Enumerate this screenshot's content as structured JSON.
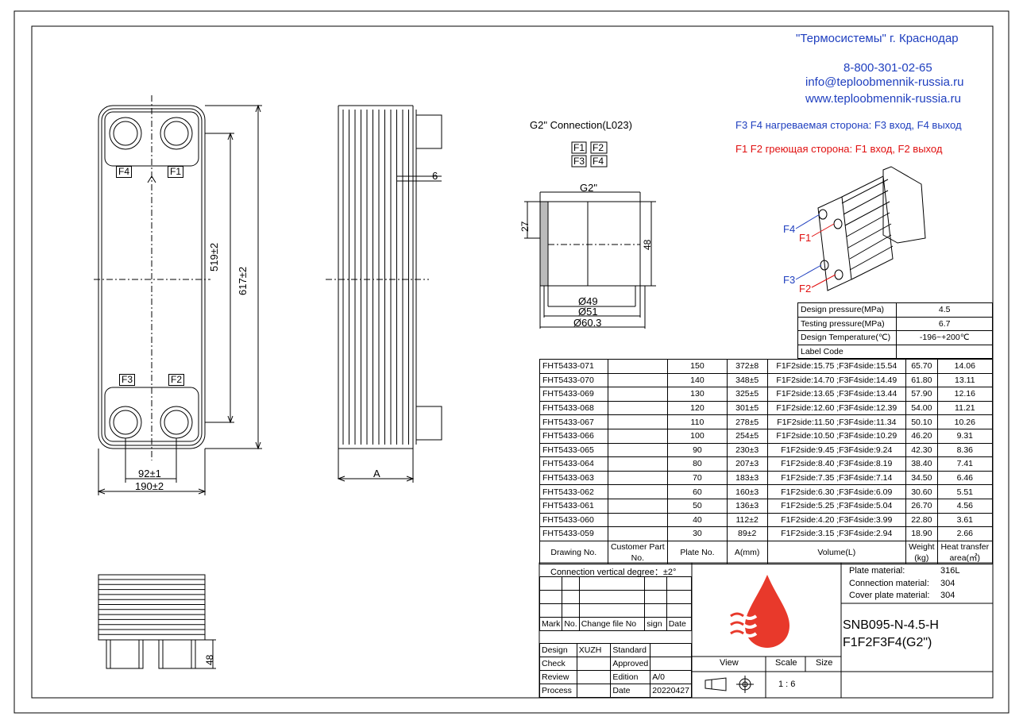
{
  "header": {
    "company": "\"Термосистемы\" г. Краснодар",
    "phone": "8-800-301-02-65",
    "email": "info@teploobmennik-russia.ru",
    "website": "www.teploobmennik-russia.ru",
    "note_f3f4": "F3 F4 нагреваемая сторона: F3  вход, F4 выход",
    "note_f1f2": "F1 F2 греющая сторона: F1  вход, F2 выход",
    "color_blue": "#1f3fbf",
    "color_red": "#e01010"
  },
  "front_view": {
    "port_labels": [
      "F4",
      "F1",
      "F3",
      "F2"
    ],
    "dim_height_inner": "519±2",
    "dim_height_outer": "617±2",
    "dim_width_inner": "92±1",
    "dim_width_outer": "190±2"
  },
  "side_view": {
    "dim_connection": "6",
    "dim_a": "A"
  },
  "bottom_view": {
    "dim_height": "48"
  },
  "connection": {
    "title": "G2\" Connection(L023)",
    "ports_row1": [
      "F1",
      "F2"
    ],
    "ports_row2": [
      "F3",
      "F4"
    ],
    "thread": "G2\"",
    "dim_27": "27",
    "dim_48": "48",
    "dia_49": "Ø49",
    "dia_51": "Ø51",
    "dia_60": "Ø60.3"
  },
  "iso_view": {
    "labels": [
      "F4",
      "F1",
      "F3",
      "F2"
    ]
  },
  "design_table": [
    [
      "Design pressure(MPa)",
      "4.5"
    ],
    [
      "Testing pressure(MPa)",
      "6.7"
    ],
    [
      "Design Temperature(℃)",
      "-196~+200℃"
    ],
    [
      "Label Code",
      ""
    ]
  ],
  "models": {
    "rows": [
      [
        "FHT5433-071",
        "",
        "150",
        "372±8",
        "F1F2side:15.75 ;F3F4side:15.54",
        "65.70",
        "14.06"
      ],
      [
        "FHT5433-070",
        "",
        "140",
        "348±5",
        "F1F2side:14.70 ;F3F4side:14.49",
        "61.80",
        "13.11"
      ],
      [
        "FHT5433-069",
        "",
        "130",
        "325±5",
        "F1F2side:13.65 ;F3F4side:13.44",
        "57.90",
        "12.16"
      ],
      [
        "FHT5433-068",
        "",
        "120",
        "301±5",
        "F1F2side:12.60 ;F3F4side:12.39",
        "54.00",
        "11.21"
      ],
      [
        "FHT5433-067",
        "",
        "110",
        "278±5",
        "F1F2side:11.50 ;F3F4side:11.34",
        "50.10",
        "10.26"
      ],
      [
        "FHT5433-066",
        "",
        "100",
        "254±5",
        "F1F2side:10.50 ;F3F4side:10.29",
        "46.20",
        "9.31"
      ],
      [
        "FHT5433-065",
        "",
        "90",
        "230±3",
        "F1F2side:9.45 ;F3F4side:9.24",
        "42.30",
        "8.36"
      ],
      [
        "FHT5433-064",
        "",
        "80",
        "207±3",
        "F1F2side:8.40 ;F3F4side:8.19",
        "38.40",
        "7.41"
      ],
      [
        "FHT5433-063",
        "",
        "70",
        "183±3",
        "F1F2side:7.35 ;F3F4side:7.14",
        "34.50",
        "6.46"
      ],
      [
        "FHT5433-062",
        "",
        "60",
        "160±3",
        "F1F2side:6.30 ;F3F4side:6.09",
        "30.60",
        "5.51"
      ],
      [
        "FHT5433-061",
        "",
        "50",
        "136±3",
        "F1F2side:5.25 ;F3F4side:5.04",
        "26.70",
        "4.56"
      ],
      [
        "FHT5433-060",
        "",
        "40",
        "112±2",
        "F1F2side:4.20 ;F3F4side:3.99",
        "22.80",
        "3.61"
      ],
      [
        "FHT5433-059",
        "",
        "30",
        "89±2",
        "F1F2side:3.15 ;F3F4side:2.94",
        "18.90",
        "2.66"
      ]
    ],
    "headers": [
      "Drawing No.",
      "Customer Part No.",
      "Plate No.",
      "A(mm)",
      "Volume(L)",
      "Weight (kg)",
      "Heat transfer area(㎡)"
    ]
  },
  "title_block": {
    "connection_degree": "Connection vertical degree：±2°",
    "rev_headers": [
      "Mark",
      "No.",
      "Change file No",
      "sign",
      "Date"
    ],
    "design_label": "Design",
    "designer": "XUZH",
    "standard": "Standard",
    "check": "Check",
    "approved": "Approved",
    "review": "Review",
    "edition_label": "Edition",
    "edition": "A/0",
    "process": "Process",
    "date_label": "Date",
    "date": "20220427",
    "plate_material_label": "Plate material:",
    "plate_material": "316L",
    "connection_material_label": "Connection material:",
    "connection_material": "304",
    "cover_material_label": "Cover plate material:",
    "cover_material": "304",
    "model_line1": "SNB095-N-4.5-H",
    "model_line2": "F1F2F3F4(G2\")",
    "view_label": "View",
    "scale_label": "Scale",
    "size_label": "Size",
    "scale": "1 : 6",
    "logo_color": "#e8392b"
  }
}
